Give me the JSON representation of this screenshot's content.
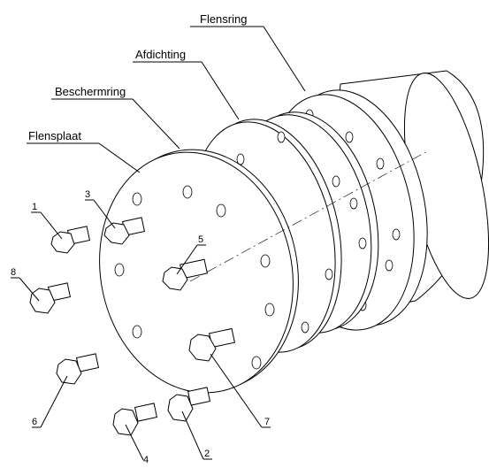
{
  "labels": {
    "flensring": "Flensring",
    "afdichting": "Afdichting",
    "beschermring": "Beschermring",
    "flensplaat": "Flensplaat"
  },
  "bolts": {
    "b1": "1",
    "b2": "2",
    "b3": "3",
    "b4": "4",
    "b5": "5",
    "b6": "6",
    "b7": "7",
    "b8": "8"
  }
}
